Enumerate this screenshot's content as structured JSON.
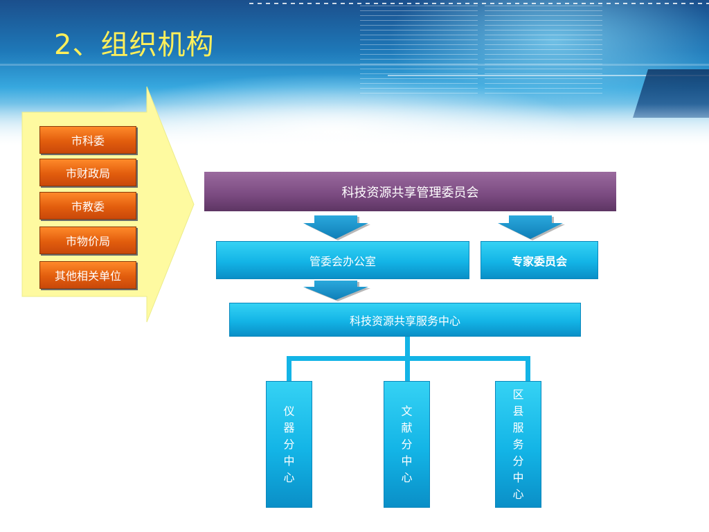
{
  "title": "2、组织机构",
  "left_units": [
    "市科委",
    "市财政局",
    "市教委",
    "市物价局",
    "其他相关单位"
  ],
  "org_chart": {
    "top": "科技资源共享管理委员会",
    "office": "管委会办公室",
    "expert": "专家委员会",
    "center": "科技资源共享服务中心",
    "subcenters": [
      "仪器分中心",
      "文献分中心",
      "区县服务分中心"
    ]
  },
  "colors": {
    "title": "#ffef5a",
    "dept_fill": "#e25d0d",
    "top_box": "#7a4a80",
    "cyan_box": "#13b4e6",
    "arrow_yellow": "#fefaa0",
    "down_arrow": "#1591c9"
  }
}
